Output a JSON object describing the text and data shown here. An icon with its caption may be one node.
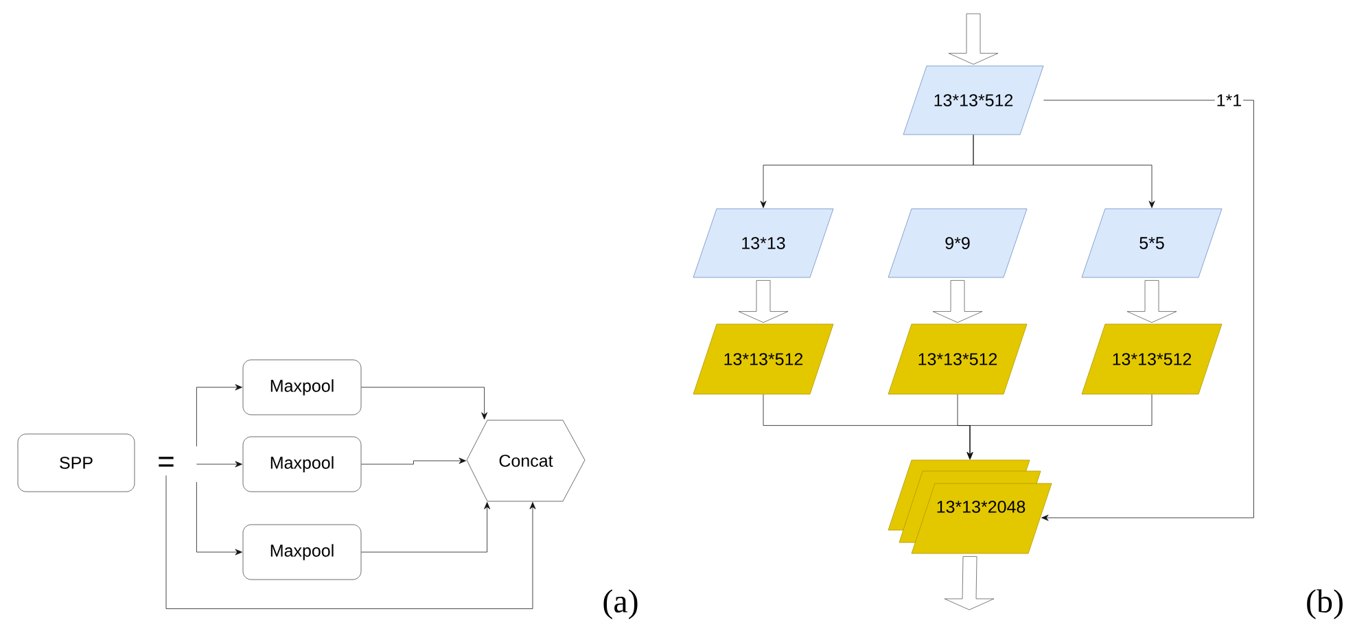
{
  "diagram": {
    "nodes": [
      {
        "text": [
          "SPP"
        ]
      },
      {
        "text": [
          "="
        ]
      },
      {
        "text": [
          "Maxpool"
        ]
      },
      {
        "text": [
          "Maxpool"
        ]
      },
      {
        "text": [
          "Maxpool"
        ]
      },
      {
        "text": [
          "Concat"
        ]
      },
      {
        "text": [
          "13*13*512"
        ]
      },
      {
        "text": [
          "13*13"
        ]
      },
      {
        "text": [
          "9*9"
        ]
      },
      {
        "text": [
          "5*5"
        ]
      },
      {
        "text": [
          "13*13*512"
        ]
      },
      {
        "text": [
          "13*13*512"
        ]
      },
      {
        "text": [
          "13*13*512"
        ]
      },
      {
        "text": [
          "13*13*2048"
        ]
      }
    ],
    "edges": [
      {
        "from": 1,
        "to": 2,
        "arrow": "to"
      },
      {
        "from": 1,
        "to": 3,
        "arrow": "to"
      },
      {
        "from": 1,
        "to": 4,
        "arrow": "to"
      },
      {
        "from": 1,
        "to": 5,
        "arrow": "to"
      },
      {
        "from": 2,
        "to": 5,
        "arrow": "to"
      },
      {
        "from": 3,
        "to": 5,
        "arrow": "to"
      },
      {
        "from": 4,
        "to": 5,
        "arrow": "to"
      },
      {
        "from": null,
        "to": 6,
        "arrow": "to",
        "style": "thick"
      },
      {
        "from": 6,
        "to": 7,
        "arrow": "to"
      },
      {
        "from": 6,
        "to": 9,
        "arrow": "to"
      },
      {
        "from": 6,
        "to": 13,
        "arrow": "to",
        "label": "1*1"
      },
      {
        "from": 7,
        "to": 10,
        "arrow": "to",
        "style": "thick"
      },
      {
        "from": 8,
        "to": 11,
        "arrow": "to",
        "style": "thick"
      },
      {
        "from": 9,
        "to": 12,
        "arrow": "to",
        "style": "thick"
      },
      {
        "from": 10,
        "to": 13,
        "arrow": "to"
      },
      {
        "from": 11,
        "to": 13,
        "arrow": "to"
      },
      {
        "from": 12,
        "to": 13,
        "arrow": "to"
      },
      {
        "from": 13,
        "to": null,
        "arrow": "to",
        "style": "thick"
      }
    ],
    "labels": [
      "(a)",
      "(b)"
    ]
  }
}
